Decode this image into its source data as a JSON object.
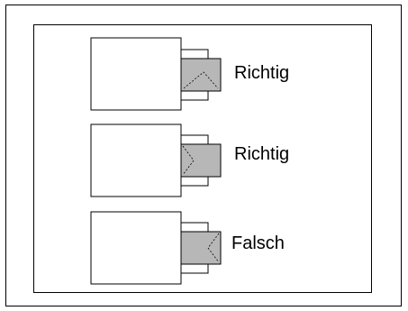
{
  "diagram": {
    "rows": [
      {
        "label": "Richtig",
        "orientation": "down-left"
      },
      {
        "label": "Richtig",
        "orientation": "left"
      },
      {
        "label": "Falsch",
        "orientation": "right"
      }
    ]
  }
}
